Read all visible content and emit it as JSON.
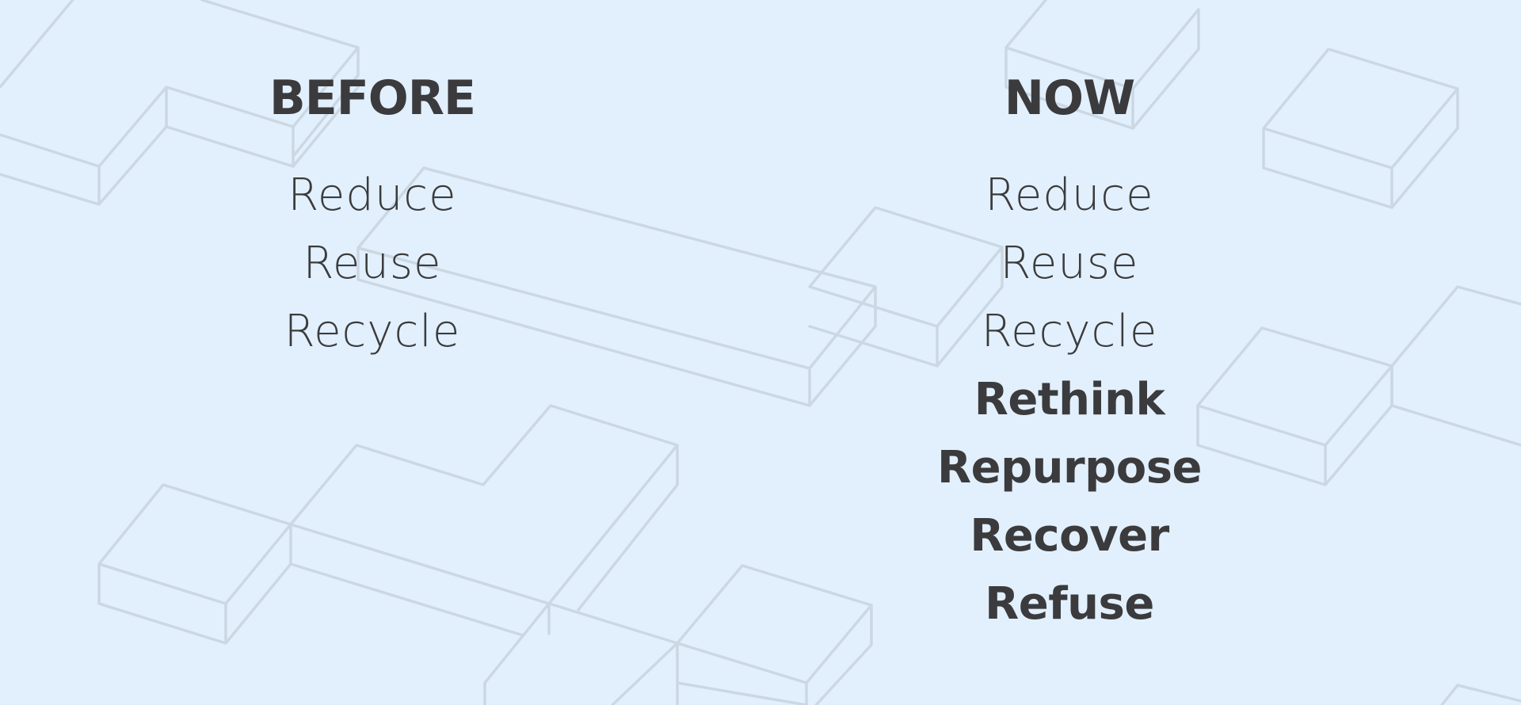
{
  "colors": {
    "background": "#e2f0fd",
    "text": "#3b3b3d",
    "block_outline": "#cbd8e4"
  },
  "before": {
    "title": "BEFORE",
    "items": [
      "Reduce",
      "Reuse",
      "Recycle"
    ]
  },
  "now": {
    "title": "NOW",
    "items": [
      "Reduce",
      "Reuse",
      "Recycle",
      "Rethink",
      "Repurpose",
      "Recover",
      "Refuse"
    ]
  }
}
